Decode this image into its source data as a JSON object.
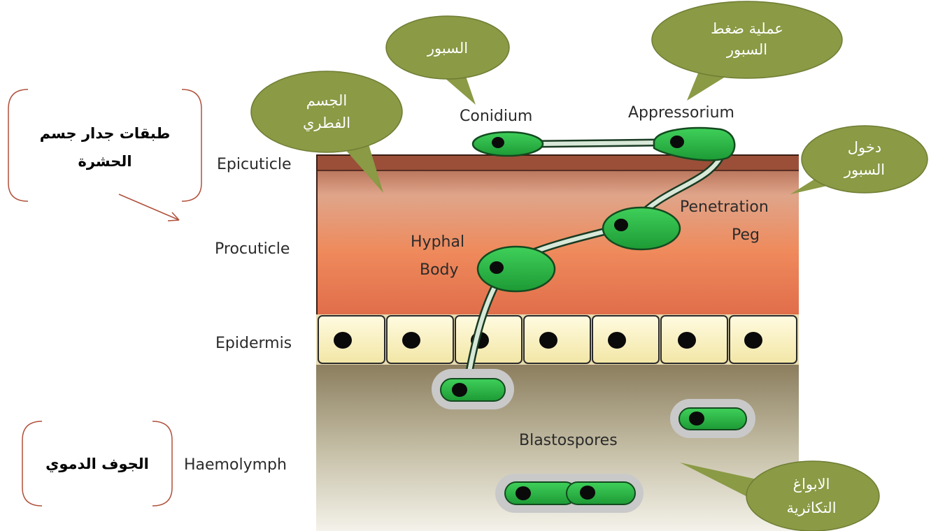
{
  "layers": {
    "epicuticle": "Epicuticle",
    "procuticle": "Procuticle",
    "epidermis": "Epidermis",
    "haemolymph": "Haemolymph"
  },
  "structures": {
    "conidium": "Conidium",
    "appressorium": "Appressorium",
    "penetration_line1": "Penetration",
    "penetration_line2": "Peg",
    "hyphal_line1": "Hyphal",
    "hyphal_line2": "Body",
    "blastospores": "Blastospores"
  },
  "callouts": {
    "conidium_ar": "السبور",
    "appressorium_ar_line1": "عملية ضغط",
    "appressorium_ar_line2": "السبور",
    "hyphal_ar_line1": "الجسم",
    "hyphal_ar_line2": "الفطري",
    "penetration_ar_line1": "دخول",
    "penetration_ar_line2": "السبور",
    "blastospores_ar_line1": "الابواغ",
    "blastospores_ar_line2": "التكاثرية"
  },
  "boxes": {
    "wall_line1": "طبقات جدار جسم",
    "wall_line2": "الحشرة",
    "haemocoel": "الجوف الدموي"
  },
  "colors": {
    "callout_fill": "#8a9a45",
    "cell_green": "#27b53f",
    "cuticle_top": "#a55a3e",
    "procuticle_orange": "#ef8a5c",
    "epidermis_cell": "#fbf4c4",
    "haemolymph": "#9a9070",
    "box_border": "#b0503a"
  }
}
